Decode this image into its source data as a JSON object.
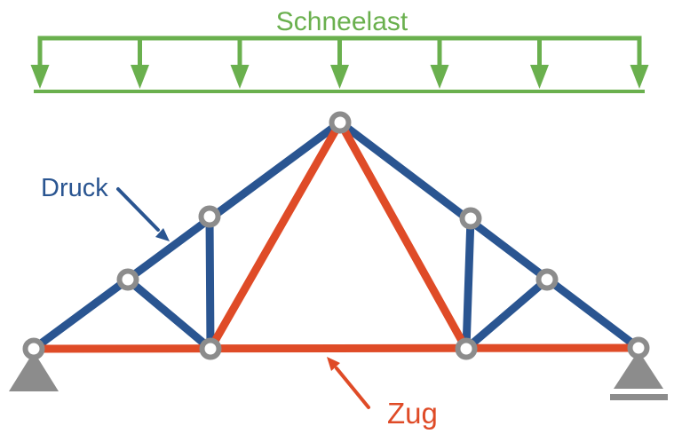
{
  "diagram": {
    "load_label": "Schneelast",
    "compression_label": "Druck",
    "tension_label": "Zug",
    "load_arrow_count": 7,
    "joint_count": 9,
    "supports": {
      "left": "pinned-triangle",
      "right": "roller-triangle-with-base-line"
    }
  },
  "colors": {
    "load_green": "#6AB04E",
    "compression_blue": "#2A5591",
    "tension_red": "#DF4B27",
    "support_gray": "#8C8C8C",
    "background": "#FFFFFF"
  }
}
